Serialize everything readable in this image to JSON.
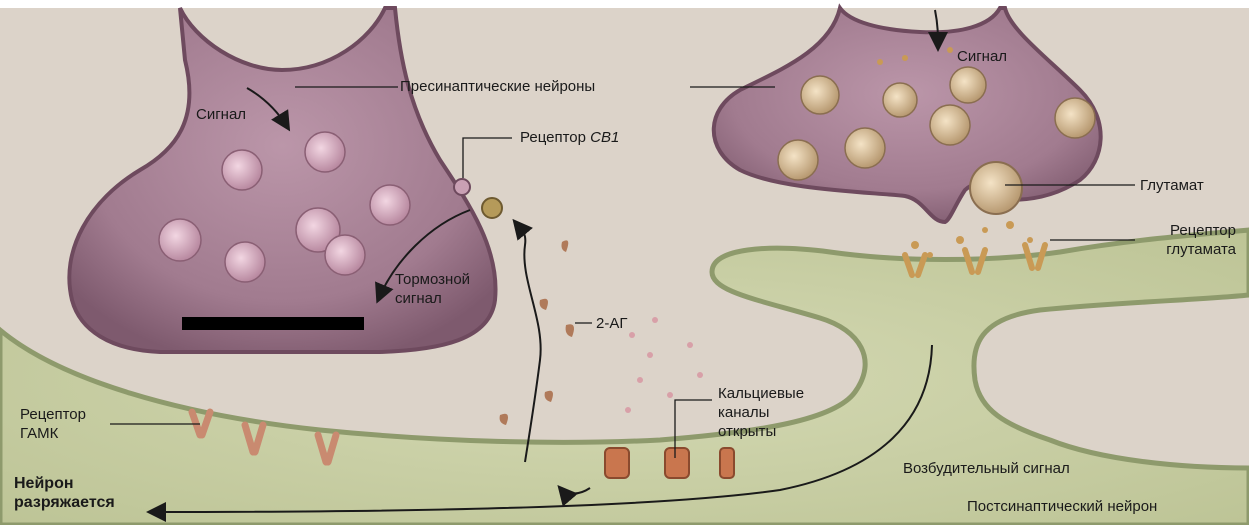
{
  "labels": {
    "presynaptic": "Пресинаптические нейроны",
    "signal_left": "Сигнал",
    "signal_right": "Сигнал",
    "cb1_prefix": "Рецептор ",
    "cb1_name": "CB1",
    "glutamate": "Глутамат",
    "glut_receptor_1": "Рецептор",
    "glut_receptor_2": "глутамата",
    "inhibitory_1": "Тормозной",
    "inhibitory_2": "сигнал",
    "two_ag": "2-АГ",
    "gaba_1": "Рецептор",
    "gaba_2": "ГАМК",
    "calcium_1": "Кальциевые",
    "calcium_2": "каналы",
    "calcium_3": "открыты",
    "excitatory": "Возбудительный сигнал",
    "neuron_fires_1": "Нейрон",
    "neuron_fires_2": "разряжается",
    "postsynaptic": "Постсинаптический нейрон"
  },
  "colors": {
    "background": "#dcd3c9",
    "presynaptic_fill": "#a88296",
    "presynaptic_edge": "#6e4a5e",
    "postsynaptic_fill": "#c9cfa4",
    "postsynaptic_edge": "#8e9a6c",
    "vesicle_left": "#d7a8c0",
    "vesicle_right": "#e3c8a0",
    "receptor": "#d28a68",
    "black_bar": "#000000"
  }
}
